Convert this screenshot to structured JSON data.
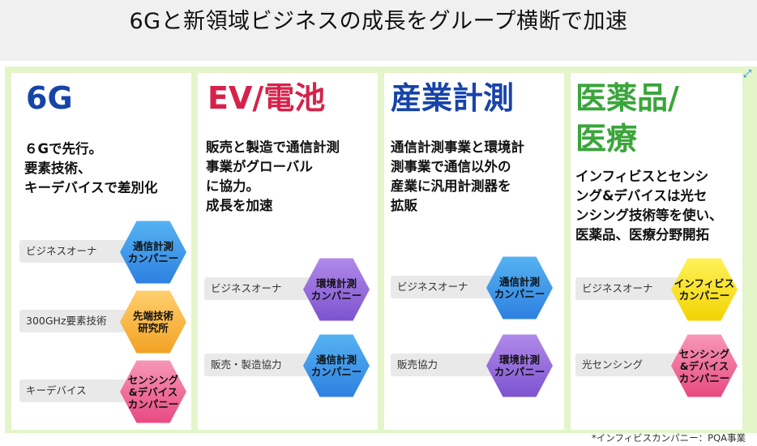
{
  "title": "6Gと新領域ビジネスの成長をグループ横断で加速",
  "colors": {
    "panel_background": "#e3f5c9",
    "heading_6g": "#1744a8",
    "heading_ev": "#d6224b",
    "heading_industry": "#1744a8",
    "heading_medical": "#3aa53a"
  },
  "panels": [
    {
      "heading": "6G",
      "description": "６Gで先行。\n要素技術、\nキーデバイスで差別化",
      "rows": [
        {
          "label": "ビジネスオーナ",
          "hex": "通信計測\nカンパニー",
          "color": "blue"
        },
        {
          "label": "300GHz要素技術",
          "hex": "先端技術\n研究所",
          "color": "orange"
        },
        {
          "label": "キーデバイス",
          "hex": "センシング\n&デバイス\nカンパニー",
          "color": "pink"
        }
      ]
    },
    {
      "heading": "EV/電池",
      "description": "販売と製造で通信計測\n事業がグローバル\nに協力。\n成長を加速",
      "rows": [
        {
          "label": "ビジネスオーナ",
          "hex": "環境計測\nカンパニー",
          "color": "purple"
        },
        {
          "label": "販売・製造協力",
          "hex": "通信計測\nカンパニー",
          "color": "blue"
        }
      ]
    },
    {
      "heading": "産業計測",
      "description": "通信計測事業と環境計\n測事業で通信以外の\n産業に汎用計測器を\n拡販",
      "rows": [
        {
          "label": "ビジネスオーナ",
          "hex": "通信計測\nカンパニー",
          "color": "blue"
        },
        {
          "label": "販売協力",
          "hex": "環境計測\nカンパニー",
          "color": "purple"
        }
      ]
    },
    {
      "heading": "医薬品/",
      "heading_line2": "医療",
      "description": "インフィビスとセンシ\nング&デバイスは光セ\nンシング技術等を使い、\n医薬品、医療分野開拓",
      "rows": [
        {
          "label": "ビジネスオーナ",
          "hex": "インフィビス\nカンパニー",
          "color": "yellow"
        },
        {
          "label": "光センシング",
          "hex": "センシング\n&デバイス\nカンパニー",
          "color": "pink"
        }
      ]
    }
  ],
  "footnote": "*インフィビスカンパニー：PQA事業",
  "icons": {
    "corner": "expand-icon"
  }
}
